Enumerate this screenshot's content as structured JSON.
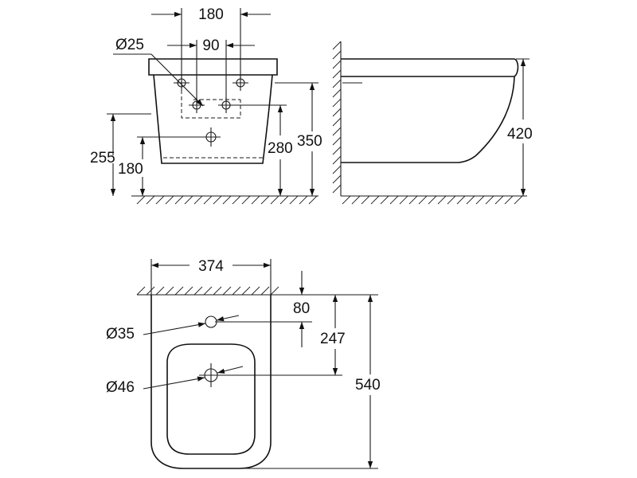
{
  "side_view": {
    "width_label": "180",
    "hole_spacing_label": "90",
    "hole_diameter_label": "Ø25",
    "height_255_label": "255",
    "height_180_label": "180",
    "height_280_label": "280",
    "height_350_label": "350"
  },
  "profile_view": {
    "height_label": "420"
  },
  "top_view": {
    "width_label": "374",
    "tap_hole_diameter_label": "Ø35",
    "drain_diameter_label": "Ø46",
    "offset_80_label": "80",
    "offset_247_label": "247",
    "length_label": "540"
  }
}
